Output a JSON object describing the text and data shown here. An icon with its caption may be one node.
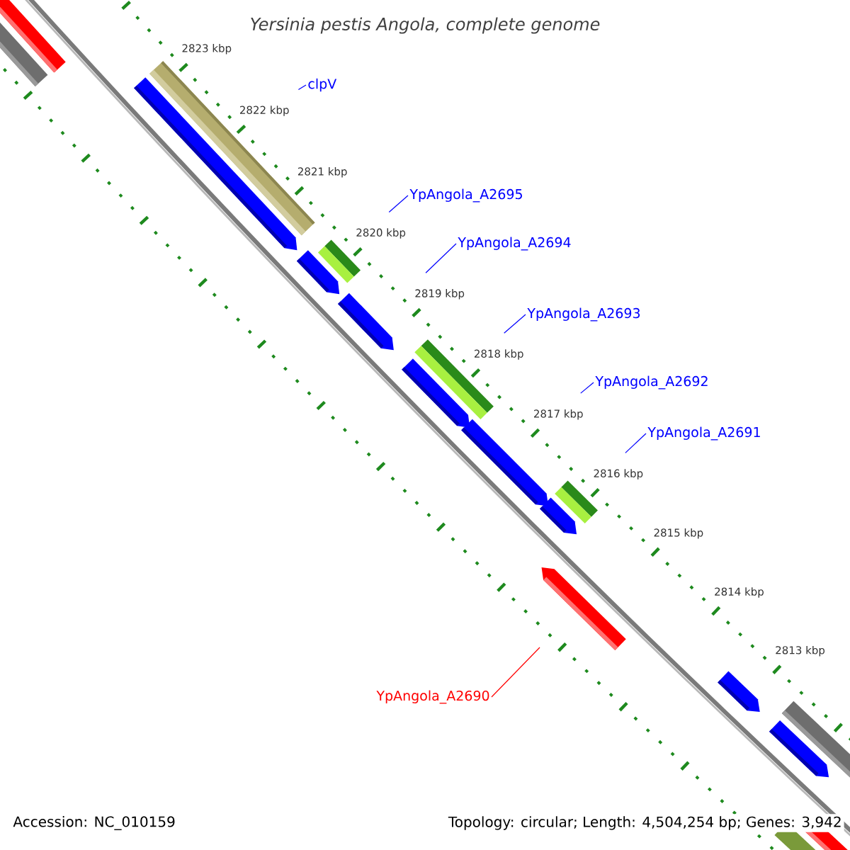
{
  "diagram": {
    "title": "Yersinia pestis Angola, complete genome",
    "nodes": [
      {
        "text": [
          "clpV"
        ]
      },
      {
        "text": [
          "YpAngola_A2695"
        ]
      },
      {
        "text": [
          "YpAngola_A2694"
        ]
      },
      {
        "text": [
          "YpAngola_A2693"
        ]
      },
      {
        "text": [
          "YpAngola_A2692"
        ]
      },
      {
        "text": [
          "YpAngola_A2691"
        ]
      },
      {
        "text": [
          "YpAngola_A2690"
        ]
      }
    ],
    "edges": [
      {
        "from": 0,
        "to": null,
        "arrow": "none"
      },
      {
        "from": 1,
        "to": null,
        "arrow": "none"
      },
      {
        "from": 2,
        "to": null,
        "arrow": "none"
      },
      {
        "from": 3,
        "to": null,
        "arrow": "none"
      },
      {
        "from": 4,
        "to": null,
        "arrow": "none"
      },
      {
        "from": 5,
        "to": null,
        "arrow": "none"
      },
      {
        "from": 6,
        "to": null,
        "arrow": "none",
        "color": "#ff0000"
      }
    ],
    "labels": [
      "2823 kbp",
      "2822 kbp",
      "2821 kbp",
      "2820 kbp",
      "2819 kbp",
      "2818 kbp",
      "2817 kbp",
      "2816 kbp",
      "2815 kbp",
      "2814 kbp",
      "2813 kbp",
      "Accession: NC_010159",
      "Topology: circular; Length: 4,504,254 bp; Genes: 3,942"
    ]
  }
}
